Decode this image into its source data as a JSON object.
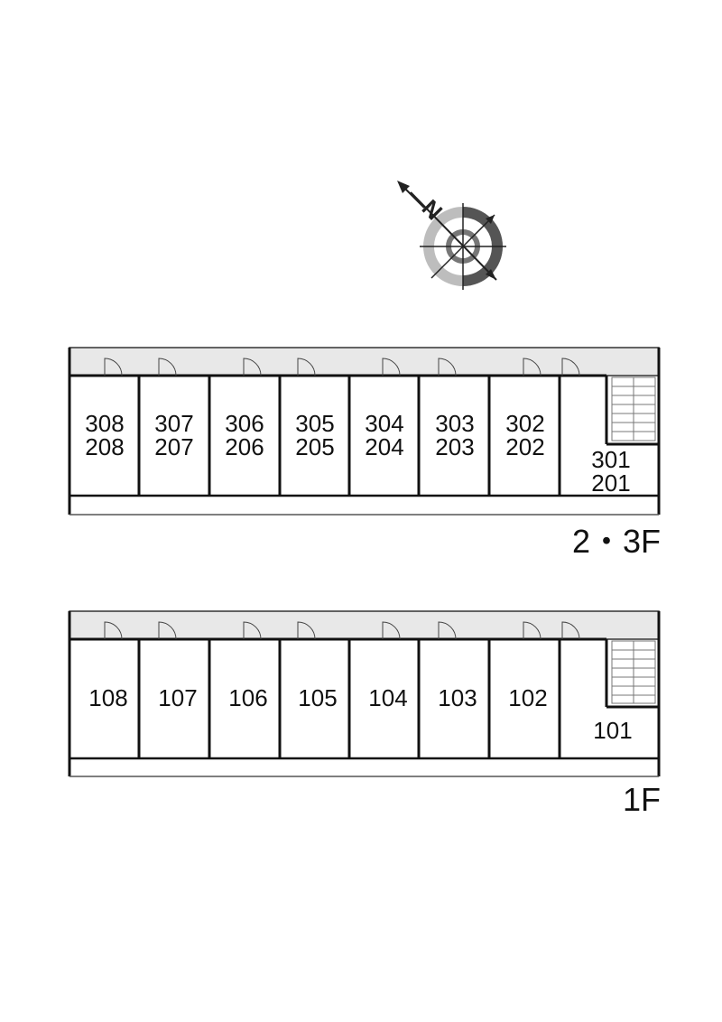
{
  "compass": {
    "letter": "N"
  },
  "floors": [
    {
      "label": "2・3F",
      "units": [
        {
          "upper": "308",
          "lower": "208"
        },
        {
          "upper": "307",
          "lower": "207"
        },
        {
          "upper": "306",
          "lower": "206"
        },
        {
          "upper": "305",
          "lower": "205"
        },
        {
          "upper": "304",
          "lower": "204"
        },
        {
          "upper": "303",
          "lower": "203"
        },
        {
          "upper": "302",
          "lower": "202"
        },
        {
          "upper": "301",
          "lower": "201"
        }
      ]
    },
    {
      "label": "1F",
      "units": [
        {
          "upper": "108"
        },
        {
          "upper": "107"
        },
        {
          "upper": "106"
        },
        {
          "upper": "105"
        },
        {
          "upper": "104"
        },
        {
          "upper": "103"
        },
        {
          "upper": "102"
        },
        {
          "upper": "101"
        }
      ]
    }
  ]
}
